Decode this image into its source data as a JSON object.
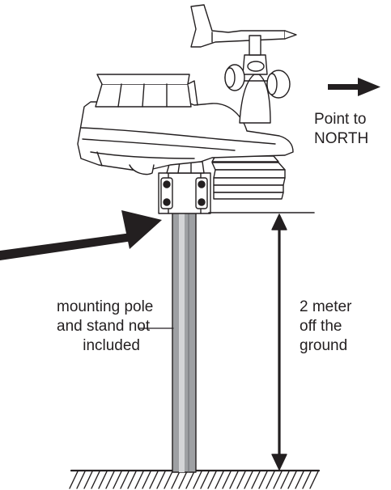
{
  "north_note": {
    "line1": "Point to",
    "line2": "NORTH"
  },
  "pole_note": {
    "line1": "mounting pole",
    "line2": "and stand not",
    "line3": "included"
  },
  "height_note": {
    "line1": "2 meter",
    "line2": "off the",
    "line3": "ground"
  },
  "colors": {
    "ink": "#231f20",
    "pole_fill": "#9ea0a3",
    "pole_highlight": "#d4d5d7"
  }
}
